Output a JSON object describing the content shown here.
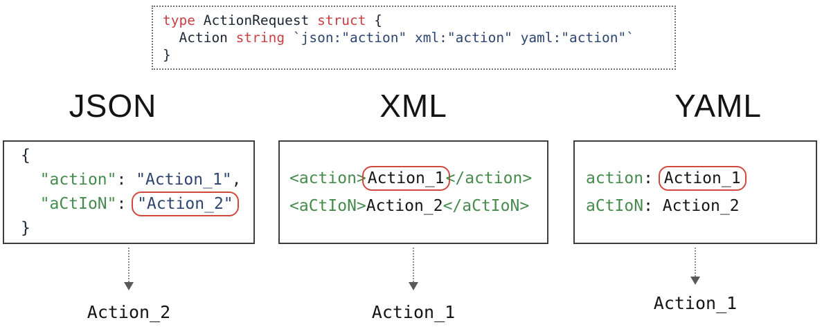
{
  "colors": {
    "keyword_red": "#c83e44",
    "tag_green": "#468b4d",
    "string_navy": "#2d4470",
    "text_dark": "#1d2633",
    "ring_red": "#d2473c",
    "box_border": "#3d3d3d",
    "arrow_gray": "#8f8f8f"
  },
  "struct_snippet": {
    "lines": [
      [
        {
          "text": "type ",
          "cls": "red"
        },
        {
          "text": "ActionRequest ",
          "cls": "dark"
        },
        {
          "text": "struct ",
          "cls": "red"
        },
        {
          "text": "{",
          "cls": "dark"
        }
      ],
      [
        {
          "text": "  Action ",
          "cls": "dark"
        },
        {
          "text": "string ",
          "cls": "red"
        },
        {
          "text": "`json:\"action\" xml:\"action\" yaml:\"action\"`",
          "cls": "navy"
        }
      ],
      [
        {
          "text": "}",
          "cls": "dark"
        }
      ]
    ]
  },
  "columns": [
    {
      "label": "JSON",
      "result": "Action_2",
      "code": [
        [
          {
            "text": "{",
            "cls": "dark"
          }
        ],
        [
          {
            "text": "  ",
            "cls": "dark"
          },
          {
            "text": "\"action\"",
            "cls": "green"
          },
          {
            "text": ": ",
            "cls": "dark"
          },
          {
            "text": "\"Action_1\"",
            "cls": "navy"
          },
          {
            "text": ",",
            "cls": "dark"
          }
        ],
        [
          {
            "text": "  ",
            "cls": "dark"
          },
          {
            "text": "\"aCtIoN\"",
            "cls": "green"
          },
          {
            "text": ": ",
            "cls": "dark"
          },
          {
            "text": "\"Action_2\"",
            "cls": "navy",
            "ring": true
          }
        ],
        [
          {
            "text": "}",
            "cls": "dark"
          }
        ]
      ]
    },
    {
      "label": "XML",
      "result": "Action_1",
      "code": [
        [
          {
            "text": "<action>",
            "cls": "green"
          },
          {
            "text": "Action_1",
            "cls": "black",
            "ring": true
          },
          {
            "text": "</action>",
            "cls": "green"
          }
        ],
        [
          {
            "text": "<aCtIoN>",
            "cls": "green"
          },
          {
            "text": "Action_2",
            "cls": "black"
          },
          {
            "text": "</aCtIoN>",
            "cls": "green"
          }
        ]
      ]
    },
    {
      "label": "YAML",
      "result": "Action_1",
      "code": [
        [
          {
            "text": "action",
            "cls": "green"
          },
          {
            "text": ": ",
            "cls": "black"
          },
          {
            "text": "Action_1",
            "cls": "black",
            "ring": true
          }
        ],
        [
          {
            "text": "aCtIoN",
            "cls": "green"
          },
          {
            "text": ": ",
            "cls": "black"
          },
          {
            "text": "Action_2",
            "cls": "black"
          }
        ]
      ]
    }
  ]
}
